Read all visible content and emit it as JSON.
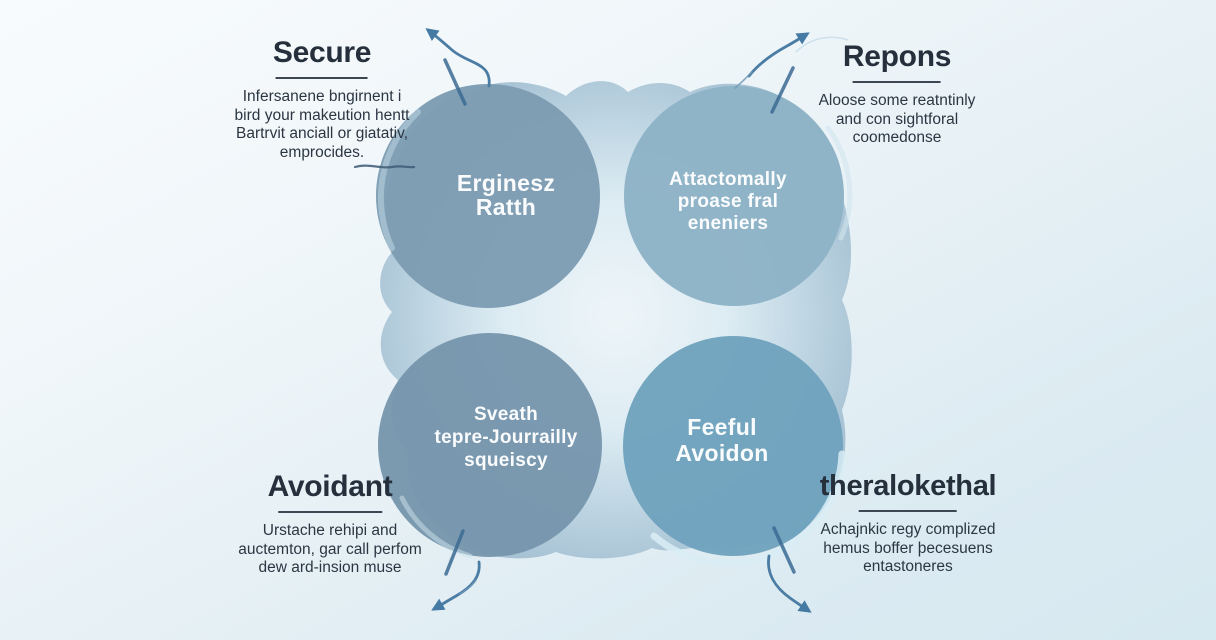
{
  "colors": {
    "background_top": "#f8fbfd",
    "background_bottom": "#d6e8f0",
    "heading_text": "#26303d",
    "body_text": "#2b3642",
    "arrow": "#4b7ca3",
    "tick_mark": "#3c6b93",
    "circle_text": "#ffffff",
    "blob_outer": "#9bb9cc",
    "blob_inner": "#ecf4f8"
  },
  "quadrants": [
    {
      "heading": "Secure",
      "lines": [
        "Infersanene bngirnent i",
        "bird your makeution hentt",
        "Bartrvit anciall or giatativ,",
        "emprocides."
      ]
    },
    {
      "heading": "Repons",
      "lines": [
        "Aloose some reatntinly",
        "and con sightforal",
        "coomedonse"
      ]
    },
    {
      "heading": "Avoidant",
      "lines": [
        "Urstache rehipi and",
        "auctemton, gar call perfom",
        "dew ard-insion muse"
      ]
    },
    {
      "heading": "theralokethal",
      "lines": [
        "Achajnkic regy complized",
        "hemus boffer þecesuens",
        "entastoneres"
      ]
    }
  ],
  "circles": [
    {
      "name": "top-left",
      "color": "#7d9cb2",
      "lines": [
        "Erginesz",
        "Ratth"
      ]
    },
    {
      "name": "top-right",
      "color": "#8eb2c6",
      "lines": [
        "Attactomally",
        "proase fral",
        "eneniers"
      ]
    },
    {
      "name": "bottom-left",
      "color": "#7796ad",
      "lines": [
        "Sveath",
        "tepre-Jourrailly",
        "squeiscy"
      ]
    },
    {
      "name": "bottom-right",
      "color": "#6fa2bd",
      "lines": [
        "Feeful",
        "Avoidon"
      ]
    }
  ],
  "icons": [
    {
      "name": "arrow-up-left-icon"
    },
    {
      "name": "arrow-up-right-icon"
    },
    {
      "name": "arrow-down-left-icon"
    },
    {
      "name": "arrow-down-right-icon"
    }
  ]
}
